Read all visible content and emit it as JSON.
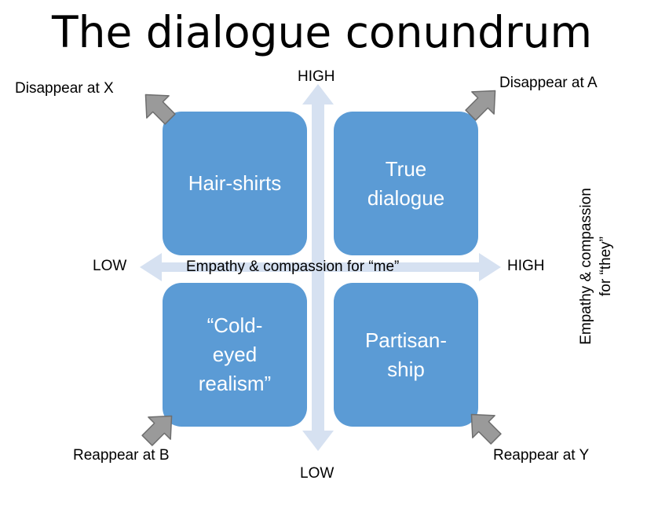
{
  "title": "The dialogue conundrum",
  "colors": {
    "box_fill": "#5b9bd5",
    "axis_fill": "#d6e1f1",
    "corner_arrow_fill": "#9a9a9a",
    "corner_arrow_stroke": "#6e6e6e"
  },
  "axes": {
    "vertical": {
      "high_label": "HIGH",
      "low_label": "LOW"
    },
    "horizontal": {
      "low_label": "LOW",
      "high_label": "HIGH",
      "label": "Empathy & compassion for “me”"
    },
    "side_label": "Empathy & compassion\nfor “they”"
  },
  "quadrants": {
    "top_left": "Hair-shirts",
    "top_right": "True\ndialogue",
    "bottom_left": "“Cold-\neyed\nrealism”",
    "bottom_right": "Partisan-\nship"
  },
  "corners": {
    "top_left": "Disappear at X",
    "top_right": "Disappear at A",
    "bottom_left": "Reappear at B",
    "bottom_right": "Reappear at Y"
  }
}
